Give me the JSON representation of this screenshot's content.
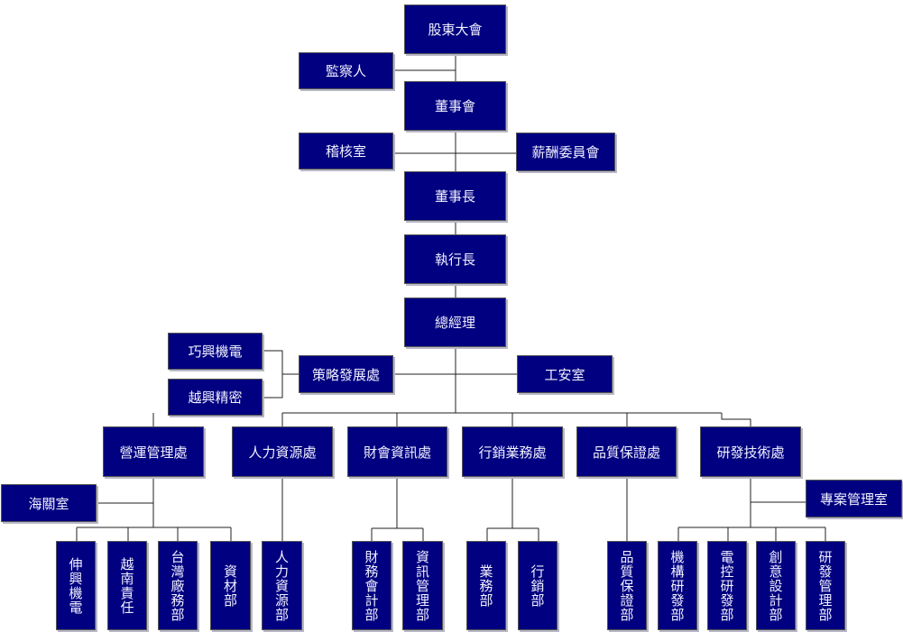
{
  "colors": {
    "box_fill": "#000080",
    "box_text": "#f0f0ff",
    "line": "#222222"
  },
  "nodes": {
    "shareholders": "股東大會",
    "supervisor": "監察人",
    "board": "董事會",
    "audit": "稽核室",
    "remuneration": "薪酬委員會",
    "chairman": "董事長",
    "ceo": "執行長",
    "gm": "總經理",
    "qiaoxing": "巧興機電",
    "yuexing": "越興精密",
    "strategy": "策略發展處",
    "safety": "工安室",
    "operations": "營運管理處",
    "hr": "人力資源處",
    "finance": "財會資訊處",
    "marketing": "行銷業務處",
    "qa": "品質保證處",
    "rd": "研發技術處",
    "customs": "海關室",
    "pmo": "專案管理室",
    "shenxing": "伸興機電",
    "vietnam": "越南責任",
    "taiwan_plant": "台灣廠務部",
    "materials": "資材部",
    "hr_dept": "人力資源部",
    "accounting": "財務會計部",
    "it": "資訊管理部",
    "sales": "業務部",
    "mkt": "行銷部",
    "qa_dept": "品質保證部",
    "mech_rd": "機構研發部",
    "ctrl_rd": "電控研發部",
    "design": "創意設計部",
    "rd_mgmt": "研發管理部"
  }
}
